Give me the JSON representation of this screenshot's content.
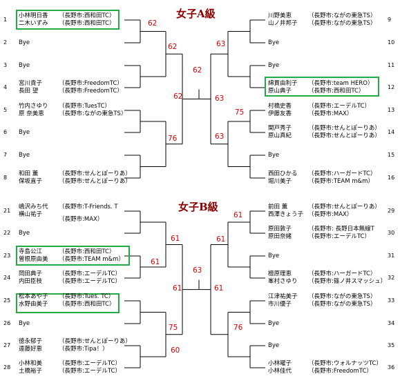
{
  "titles": {
    "a": "女子A級",
    "b": "女子B級"
  },
  "a": {
    "left": [
      {
        "num": "1",
        "players": [
          "小林明日香",
          "二木いずみ"
        ],
        "affs": [
          "（長野市:西和田TC）",
          "（長野市:西和田TC）"
        ]
      },
      {
        "num": "2",
        "players": [
          "Bye"
        ],
        "affs": []
      },
      {
        "num": "3",
        "players": [
          "Bye"
        ],
        "affs": []
      },
      {
        "num": "4",
        "players": [
          "宮川貴子",
          "長田 望"
        ],
        "affs": [
          "（長野市:FreedomTC）",
          "（長野市:FreedomTC）"
        ]
      },
      {
        "num": "5",
        "players": [
          "竹内さゆり",
          "原 奈美恵"
        ],
        "affs": [
          "（長野市:TuesTC）",
          "（長野市:ながの東急TS）"
        ]
      },
      {
        "num": "6",
        "players": [
          "Bye"
        ],
        "affs": []
      },
      {
        "num": "7",
        "players": [
          "Bye"
        ],
        "affs": []
      },
      {
        "num": "8",
        "players": [
          "和田 薫",
          "保坂直子"
        ],
        "affs": [
          "（長野市:せんとぽーりあ）",
          "（長野市:せんとぽーりあ）"
        ]
      }
    ],
    "right": [
      {
        "num": "9",
        "players": [
          "川野美恵",
          "山ノ井邦子"
        ],
        "affs": [
          "（長野市:ながの東急TS）",
          "（長野市:ながの東急TS）"
        ]
      },
      {
        "num": "10",
        "players": [
          "Bye"
        ],
        "affs": []
      },
      {
        "num": "11",
        "players": [
          "Bye"
        ],
        "affs": []
      },
      {
        "num": "12",
        "players": [
          "綿貫由利子",
          "原山典子"
        ],
        "affs": [
          "（長野市:team HERO）",
          "（長野市:西和田TC）"
        ]
      },
      {
        "num": "13",
        "players": [
          "村橋史香",
          "伊藤友香"
        ],
        "affs": [
          "（長野市:エーデルTC）",
          "（長野市:MAX）"
        ]
      },
      {
        "num": "14",
        "players": [
          "関戸秀子",
          "原山真紀"
        ],
        "affs": [
          "（長野市:せんとぽーりあ）",
          "（長野市:せんとぽーりあ）"
        ]
      },
      {
        "num": "15",
        "players": [
          "Bye"
        ],
        "affs": []
      },
      {
        "num": "16",
        "players": [
          "西田ひかる",
          "堀川美子"
        ],
        "affs": [
          "（長野市:ハーガードTC）",
          "（長野市:TEAM m&m）"
        ]
      }
    ],
    "scores": {
      "r1_1": "62",
      "r2_1": "62",
      "r1_3": "76",
      "semi_left": "62",
      "final": "62",
      "r1_5": "63",
      "r1_7": "75",
      "r2_2": "63",
      "semi_right": "63"
    }
  },
  "b": {
    "left": [
      {
        "num": "21",
        "players": [
          "嶋沢みち代",
          "横山祐子"
        ],
        "affs": [
          "（長野市:T-Friends. T",
          "（長野市:MAX）"
        ]
      },
      {
        "num": "22",
        "players": [
          "Bye"
        ],
        "affs": []
      },
      {
        "num": "23",
        "players": [
          "寺島公江",
          "曽根原由美"
        ],
        "affs": [
          "（長野市:西和田TC）",
          "（長野市:TEAM m&m）"
        ]
      },
      {
        "num": "24",
        "players": [
          "岡田典子",
          "内田臣枝"
        ],
        "affs": [
          "（長野市:エーデルTC）",
          "（長野市:エーデルTC）"
        ]
      },
      {
        "num": "25",
        "players": [
          "松本あや子",
          "水野由美子"
        ],
        "affs": [
          "（長野市:Tues. TC）",
          "（長野市:西和田TC）"
        ]
      },
      {
        "num": "26",
        "players": [
          "Bye"
        ],
        "affs": []
      },
      {
        "num": "27",
        "players": [
          "徳永郁子",
          "遠藤好恵"
        ],
        "affs": [
          "（長野市:せんとぽーりあ）",
          "（長野市:Tipa！）"
        ]
      },
      {
        "num": "28",
        "players": [
          "小林和美",
          "土橋裕子"
        ],
        "affs": [
          "（長野市:エーデルTC）",
          "（長野市:エーデルTC）"
        ]
      }
    ],
    "right": [
      {
        "num": "29",
        "players": [
          "前田 薫",
          "西澤きょう子"
        ],
        "affs": [
          "（長野市:せんとぽーりあ）",
          "（長野市:MAX）"
        ]
      },
      {
        "num": "30",
        "players": [
          "原田敦子",
          "原田奈緒"
        ],
        "affs": [
          "（長野市: 長野日本無線T",
          "（長野市:エーデルTC）"
        ]
      },
      {
        "num": "31",
        "players": [
          "Bye"
        ],
        "affs": []
      },
      {
        "num": "32",
        "players": [
          "檀原理恵",
          "峯村さゆり"
        ],
        "affs": [
          "（長野市:ハーガードTC）",
          "（長野市:篠ノ井スマッシュ）"
        ]
      },
      {
        "num": "33",
        "players": [
          "江津祐美子",
          "市川優子"
        ],
        "affs": [
          "（長野市:ながの東急TS）",
          "（長野市:ながの東急TS）"
        ]
      },
      {
        "num": "34",
        "players": [
          "Bye"
        ],
        "affs": []
      },
      {
        "num": "35",
        "players": [
          "Bye"
        ],
        "affs": []
      },
      {
        "num": "36",
        "players": [
          "小林曜子",
          "小林佳代"
        ],
        "affs": [
          "（長野市:ウォルナッツTC）",
          "（長野市:FreedomTC）"
        ]
      }
    ],
    "scores": {
      "r2_1": "61",
      "r1_2": "61",
      "r1_4": "60",
      "r2_2": "75",
      "semi_left": "61",
      "final": "63",
      "r1_5": "61",
      "r2_3": "61",
      "r1_7": "76",
      "semi_right": "61"
    }
  }
}
